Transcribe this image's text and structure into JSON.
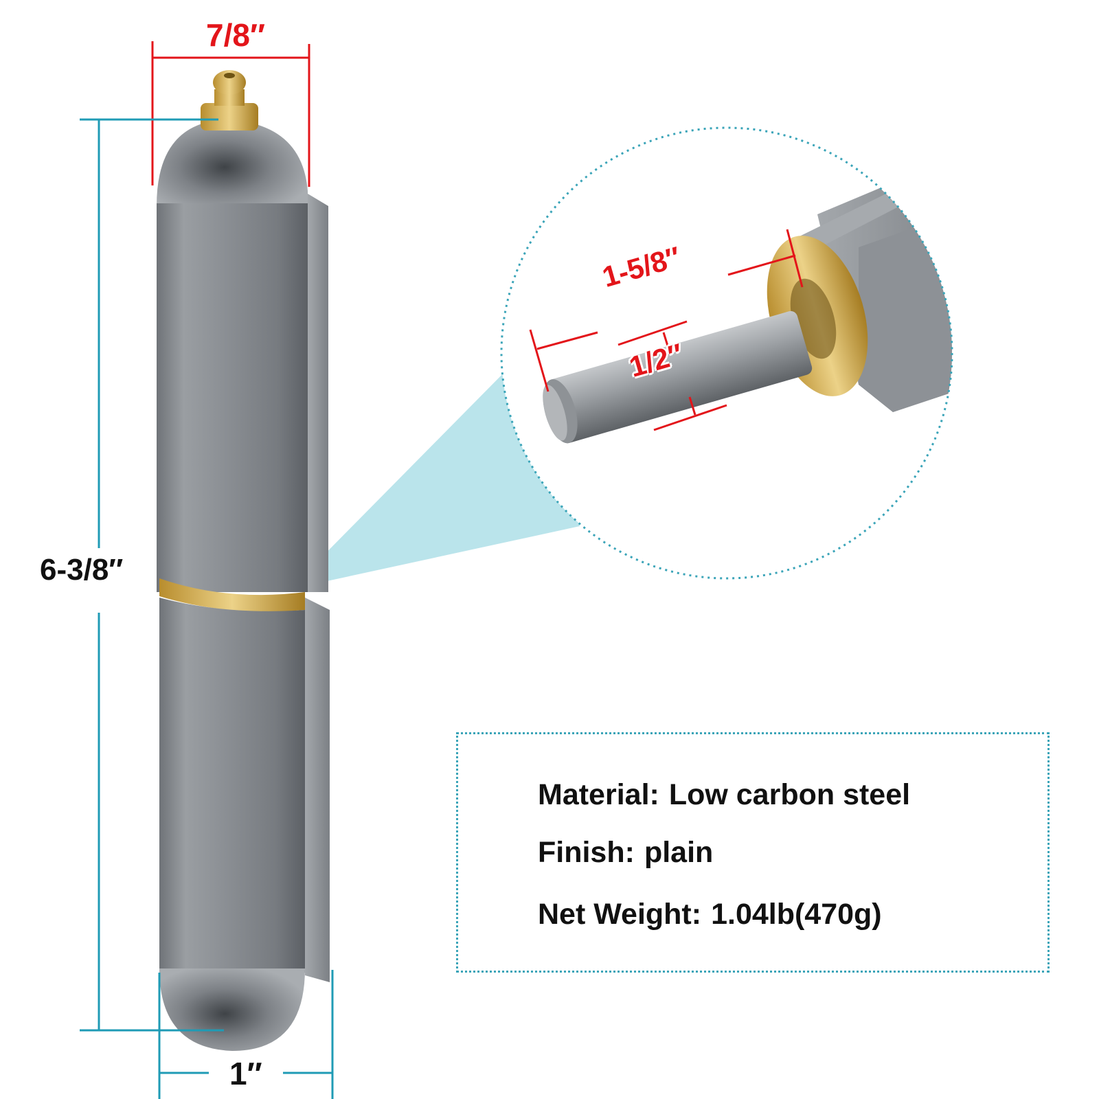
{
  "dimensions": {
    "top_width": "7/8″",
    "height": "6-3/8″",
    "bottom_width": "1″",
    "pin_length": "1-5/8″",
    "pin_diameter": "1/2″"
  },
  "specs": {
    "material_label": "Material:",
    "material_value": "Low carbon steel",
    "finish_label": "Finish:",
    "finish_value": "plain",
    "weight_label": "Net Weight:",
    "weight_value": "1.04lb(470g)"
  },
  "colors": {
    "dimension_red": "#e3151a",
    "dimension_teal": "#1f9bb5",
    "steel": "#8e9398",
    "brass": "#c9a54a",
    "zoom_fill": "#a9dde6"
  }
}
